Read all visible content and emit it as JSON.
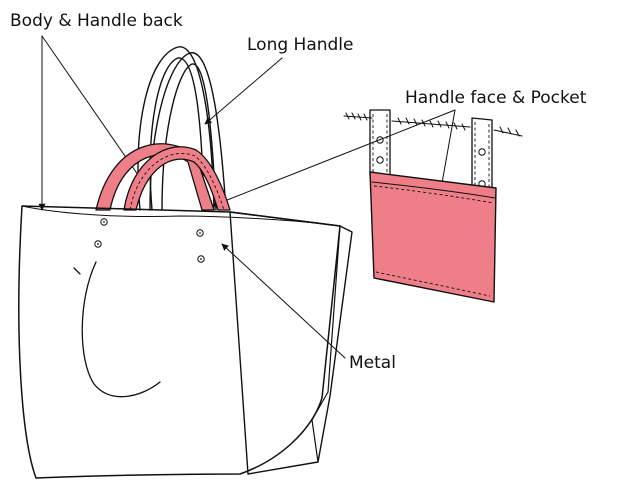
{
  "labels": {
    "body_handle_back": "Body & Handle back",
    "long_handle": "Long Handle",
    "handle_face_pocket": "Handle face & Pocket",
    "metal": "Metal"
  },
  "colors": {
    "ink": "#111111",
    "accent_pink": "#ee7f89",
    "background": "#ffffff"
  }
}
